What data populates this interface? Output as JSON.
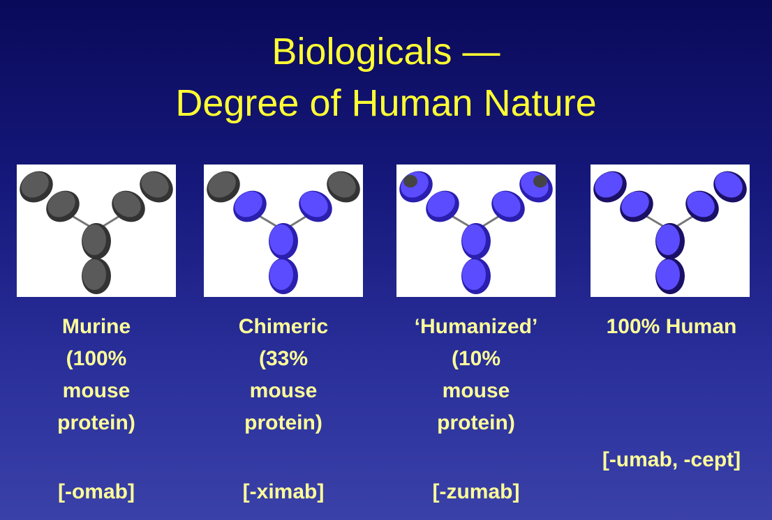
{
  "title": {
    "line1": "Biologicals —",
    "line2": "Degree of Human Nature"
  },
  "colors": {
    "title": "#ffff33",
    "label": "#ffff99",
    "mouse_domain": "#4a4a4a",
    "human_domain": "#4b3cf5",
    "background_top": "#0a0a5a",
    "background_bottom": "#3a41a8"
  },
  "antibodies": [
    {
      "icon": "antibody-murine-icon",
      "lines": [
        "Murine",
        "(100%",
        "mouse",
        "protein)"
      ],
      "suffix": "[-omab]"
    },
    {
      "icon": "antibody-chimeric-icon",
      "lines": [
        "Chimeric",
        "(33%",
        "mouse",
        "protein)"
      ],
      "suffix": "[-ximab]"
    },
    {
      "icon": "antibody-humanized-icon",
      "lines": [
        "‘Humanized’",
        "(10%",
        "mouse",
        "protein)"
      ],
      "suffix": "[-zumab]"
    },
    {
      "icon": "antibody-human-icon",
      "lines": [
        "100% Human"
      ],
      "suffix": "[-umab, -cept]"
    }
  ]
}
